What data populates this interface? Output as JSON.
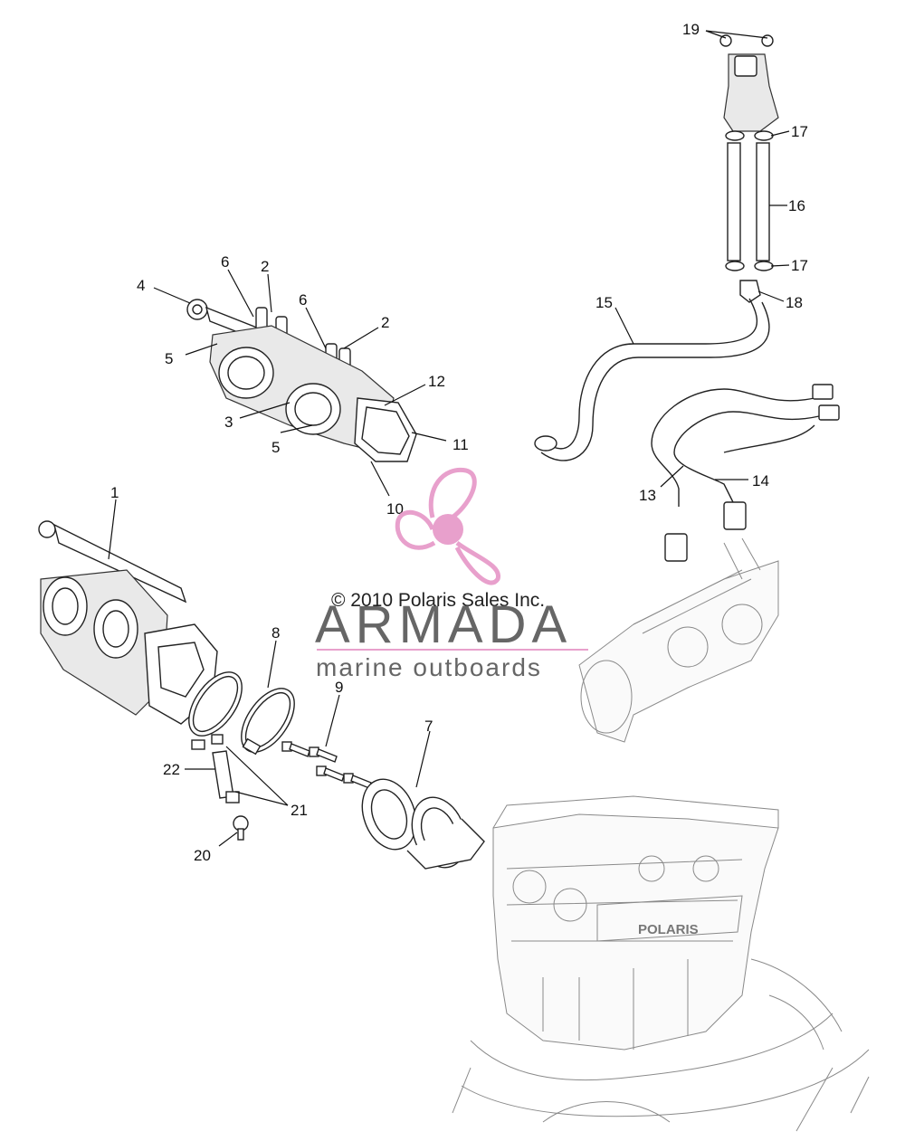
{
  "watermark": {
    "copyright": "© 2010 Polaris Sales Inc.",
    "brand": "ARMADA",
    "tagline": "marine outboards",
    "accent_color": "#e8a0cc",
    "logo_icon": "propeller-icon"
  },
  "engine_mark": "POLARIS",
  "callouts": [
    {
      "id": "c1",
      "text": "1"
    },
    {
      "id": "c2a",
      "text": "2"
    },
    {
      "id": "c2b",
      "text": "2"
    },
    {
      "id": "c3",
      "text": "3"
    },
    {
      "id": "c4",
      "text": "4"
    },
    {
      "id": "c5a",
      "text": "5"
    },
    {
      "id": "c5b",
      "text": "5"
    },
    {
      "id": "c6a",
      "text": "6"
    },
    {
      "id": "c6b",
      "text": "6"
    },
    {
      "id": "c7",
      "text": "7"
    },
    {
      "id": "c8",
      "text": "8"
    },
    {
      "id": "c9",
      "text": "9"
    },
    {
      "id": "c10",
      "text": "10"
    },
    {
      "id": "c11",
      "text": "11"
    },
    {
      "id": "c12",
      "text": "12"
    },
    {
      "id": "c13",
      "text": "13"
    },
    {
      "id": "c14",
      "text": "14"
    },
    {
      "id": "c15",
      "text": "15"
    },
    {
      "id": "c16",
      "text": "16"
    },
    {
      "id": "c17a",
      "text": "17"
    },
    {
      "id": "c17b",
      "text": "17"
    },
    {
      "id": "c18",
      "text": "18"
    },
    {
      "id": "c19",
      "text": "19"
    },
    {
      "id": "c20",
      "text": "20"
    },
    {
      "id": "c21",
      "text": "21"
    },
    {
      "id": "c22",
      "text": "22"
    }
  ]
}
